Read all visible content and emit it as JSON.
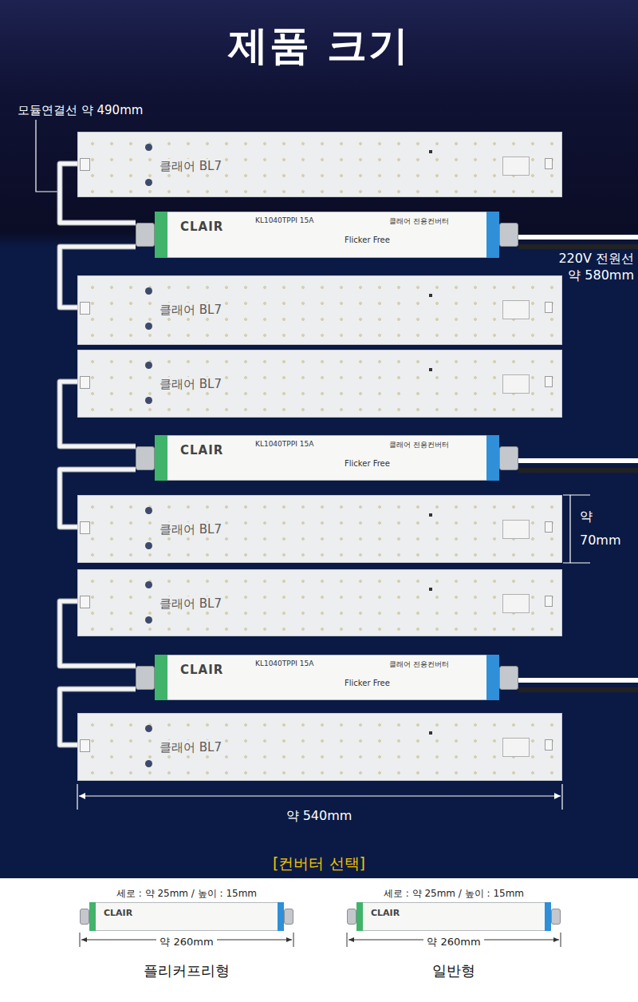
{
  "diagram": {
    "title": "제품 크기",
    "nodes": [
      {
        "text": [
          "클래어 BL7"
        ]
      },
      {
        "text": [
          "CLAIR",
          "KL1040TPPI 15A",
          "Flicker Free",
          "클래어 전용컨버터"
        ]
      },
      {
        "text": [
          "클래어 BL7"
        ]
      },
      {
        "text": [
          "클래어 BL7"
        ]
      },
      {
        "text": [
          "CLAIR",
          "KL1040TPPI 15A",
          "Flicker Free",
          "클래어 전용컨버터"
        ]
      },
      {
        "text": [
          "클래어 BL7"
        ]
      },
      {
        "text": [
          "클래어 BL7"
        ]
      },
      {
        "text": [
          "CLAIR",
          "KL1040TPPI 15A",
          "Flicker Free",
          "클래어 전용컨버터"
        ]
      },
      {
        "text": [
          "클래어 BL7"
        ]
      },
      {
        "text": [
          "CLAIR"
        ]
      },
      {
        "text": [
          "CLAIR"
        ]
      }
    ],
    "edges": [
      {
        "from": 1,
        "to": 0,
        "arrow": "none"
      },
      {
        "from": 1,
        "to": 2,
        "arrow": "none"
      },
      {
        "from": 4,
        "to": 3,
        "arrow": "none"
      },
      {
        "from": 4,
        "to": 5,
        "arrow": "none"
      },
      {
        "from": 7,
        "to": 6,
        "arrow": "none"
      },
      {
        "from": 7,
        "to": 8,
        "arrow": "none"
      }
    ],
    "labels": [
      "모듈연결선 약 490mm",
      "220V 전원선 약 580mm",
      "약 70mm",
      "약 540mm",
      "[컨버터 선택]",
      "세로 : 약 25mm / 높이 : 15mm",
      "세로 : 약 25mm / 높이 : 15mm",
      "약 260mm",
      "약 260mm",
      "플리커프리형",
      "일반형"
    ]
  }
}
